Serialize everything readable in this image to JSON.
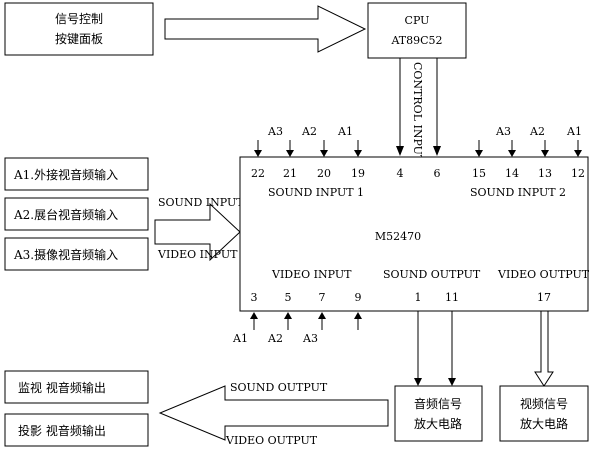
{
  "colors": {
    "line": "#000000",
    "background": "#ffffff"
  },
  "panel": {
    "line1": "信号控制",
    "line2": "按键面板"
  },
  "cpu": {
    "line1": "CPU",
    "line2": "AT89C52"
  },
  "control_input": "CONTROL INPUT",
  "inputs": [
    {
      "label": "A1.外接视音频输入"
    },
    {
      "label": "A2.展台视音频输入"
    },
    {
      "label": "A3.摄像视音频输入"
    }
  ],
  "input_arrow_labels": {
    "sound": "SOUND INPUT",
    "video": "VIDEO INPUT"
  },
  "chip": {
    "name": "M52470",
    "sound_input_1": "SOUND INPUT 1",
    "sound_input_2": "SOUND INPUT 2",
    "video_input": "VIDEO INPUT",
    "sound_output": "SOUND OUTPUT",
    "video_output": "VIDEO OUTPUT",
    "top_pins_left": [
      "22",
      "21",
      "20",
      "19"
    ],
    "top_pins_control": [
      "4",
      "6"
    ],
    "top_pins_right": [
      "15",
      "14",
      "13",
      "12"
    ],
    "bottom_pins_video": [
      "3",
      "5",
      "7",
      "9"
    ],
    "bottom_pins_sound_out": [
      "1",
      "11"
    ],
    "bottom_pin_video_out": "17"
  },
  "top_sources_left": [
    "A3",
    "A2",
    "A1"
  ],
  "top_sources_right": [
    "A3",
    "A2",
    "A1"
  ],
  "bottom_sources": [
    "A1",
    "A2",
    "A3"
  ],
  "audio_amp": {
    "line1": "音频信号",
    "line2": "放大电路"
  },
  "video_amp": {
    "line1": "视频信号",
    "line2": "放大电路"
  },
  "outputs": [
    {
      "label": "监视  视音频输出"
    },
    {
      "label": "投影  视音频输出"
    }
  ],
  "output_arrow_labels": {
    "sound": "SOUND OUTPUT",
    "video": "VIDEO OUTPUT"
  }
}
